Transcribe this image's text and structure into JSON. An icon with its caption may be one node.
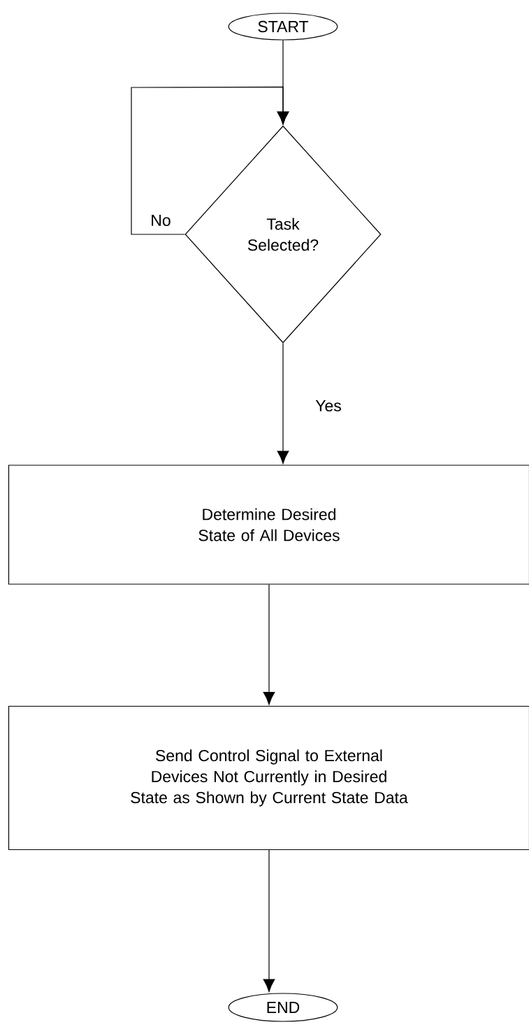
{
  "diagram": {
    "nodes": [
      {
        "text": [
          "START"
        ]
      },
      {
        "text": [
          "Task Selected?"
        ]
      },
      {
        "text": [
          "Determine Desired State of All Devices"
        ]
      },
      {
        "text": [
          "Send Control Signal to External Devices Not Currently in Desired State as Shown by Current State Data"
        ]
      },
      {
        "text": [
          "END"
        ]
      }
    ],
    "edges": [
      {
        "from": 0,
        "to": 1,
        "arrow": "to"
      },
      {
        "from": 1,
        "to": 1,
        "arrow": "to",
        "label": "No"
      },
      {
        "from": 1,
        "to": 2,
        "arrow": "to",
        "label": "Yes"
      },
      {
        "from": 2,
        "to": 3,
        "arrow": "to"
      },
      {
        "from": 3,
        "to": 4,
        "arrow": "to"
      }
    ]
  }
}
